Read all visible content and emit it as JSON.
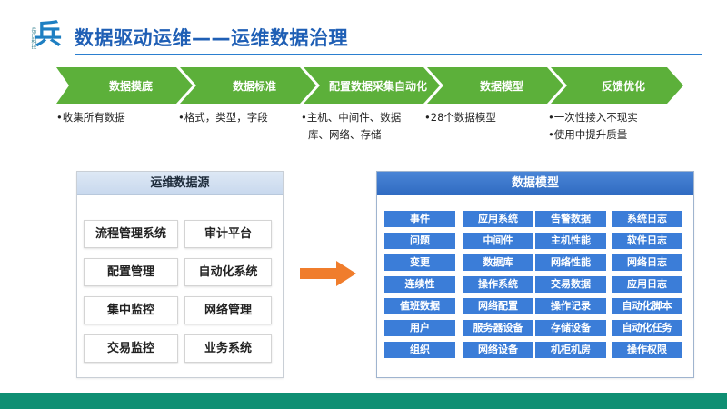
{
  "header": {
    "logo_small_text": "岳氏科技",
    "logo_glyph": "兵",
    "title": "数据驱动运维——运维数据治理"
  },
  "process": {
    "stages": [
      {
        "label": "数据摸底",
        "notes": [
          "•收集所有数据"
        ]
      },
      {
        "label": "数据标准",
        "notes": [
          "•格式，类型，字段"
        ]
      },
      {
        "label": "配置数据采集自动化",
        "notes": [
          "•主机、中间件、数据",
          "库、网络、存储"
        ]
      },
      {
        "label": "数据模型",
        "notes": [
          "•28个数据模型"
        ]
      },
      {
        "label": "反馈优化",
        "notes": [
          "•一次性接入不现实",
          "•使用中提升质量"
        ]
      }
    ],
    "color": "#5cb03a"
  },
  "sources": {
    "title": "运维数据源",
    "items": [
      "流程管理系统",
      "审计平台",
      "配置管理",
      "自动化系统",
      "集中监控",
      "网络管理",
      "交易监控",
      "业务系统"
    ]
  },
  "arrow": {
    "color": "#f07d2c"
  },
  "model": {
    "title": "数据模型",
    "columns": [
      [
        "事件",
        "问题",
        "变更",
        "连续性",
        "值班数据",
        "用户",
        "组织"
      ],
      [
        "应用系统",
        "中间件",
        "数据库",
        "操作系统",
        "网络配置",
        "服务器设备",
        "网络设备"
      ],
      [
        "告警数据",
        "主机性能",
        "网络性能",
        "交易数据",
        "操作记录",
        "存储设备",
        "机柜机房"
      ],
      [
        "系统日志",
        "软件日志",
        "网络日志",
        "应用日志",
        "自动化脚本",
        "自动化任务",
        "操作权限"
      ]
    ],
    "cell_color": "#3b7dd8"
  },
  "footer": {
    "color": "#0f8f73"
  }
}
